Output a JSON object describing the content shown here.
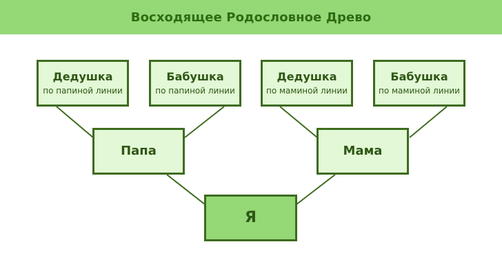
{
  "header": {
    "title": "Восходящее Родословное Древо"
  },
  "tree": {
    "grandparents": [
      {
        "name": "Дедушка",
        "sub": "по папиной линии"
      },
      {
        "name": "Бабушка",
        "sub": "по папиной линии"
      },
      {
        "name": "Дедушка",
        "sub": "по маминой линии"
      },
      {
        "name": "Бабушка",
        "sub": "по маминой линии"
      }
    ],
    "parents": [
      {
        "name": "Папа"
      },
      {
        "name": "Мама"
      }
    ],
    "self": {
      "name": "Я"
    }
  },
  "colors": {
    "header_bg": "#95d876",
    "header_text": "#2e6b12",
    "node_border": "#3d6b1f",
    "node_fill": "#e3f8d6",
    "self_fill": "#95d876",
    "text": "#2f5716"
  }
}
